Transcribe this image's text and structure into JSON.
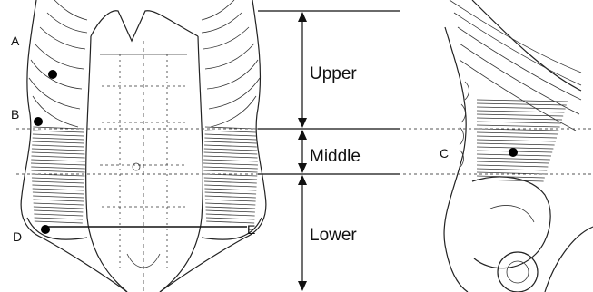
{
  "labels": {
    "a": "A",
    "b": "B",
    "c": "C",
    "d": "D",
    "e": "E"
  },
  "regions": {
    "upper": "Upper",
    "middle": "Middle",
    "lower": "Lower"
  },
  "colors": {
    "line": "#222222",
    "marker": "#000000",
    "background": "#ffffff"
  }
}
